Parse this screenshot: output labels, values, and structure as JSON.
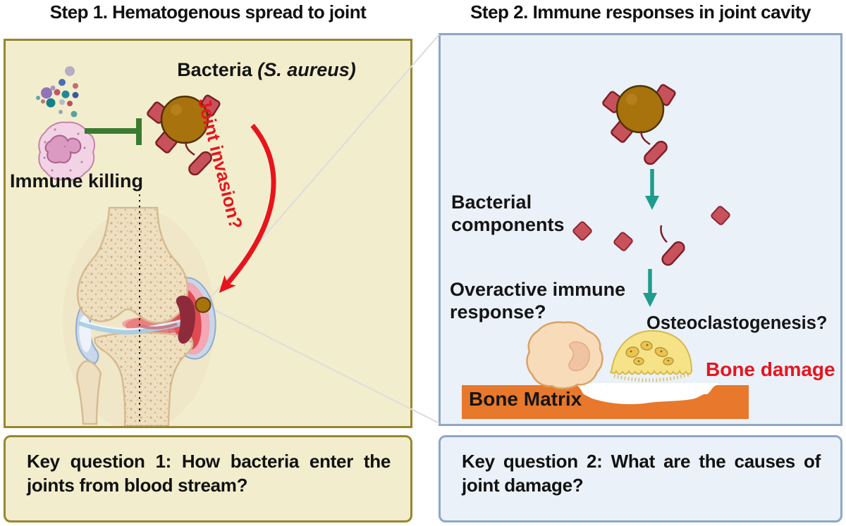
{
  "step1": {
    "title": "Step 1. Hematogenous spread to joint",
    "bacteria_label": "Bacteria ",
    "bacteria_species": "(S. aureus)",
    "immune_killing_label": "Immune killing",
    "joint_invasion_label": "Joint invasion?",
    "key_question": "Key question 1: How bacteria enter the joints from blood stream?"
  },
  "step2": {
    "title": "Step 2. Immune responses in joint cavity",
    "bacterial_components_label": "Bacterial components",
    "overactive_label": "Overactive immune response?",
    "osteoclastogenesis_label": "Osteoclastogenesis?",
    "bone_damage_label": "Bone damage",
    "bone_matrix_label": "Bone Matrix",
    "key_question": "Key question 2: What are the causes of joint damage?"
  },
  "colors": {
    "panel1_bg": "#f2eecd",
    "panel1_border": "#97862f",
    "panel2_bg": "#eaf1f9",
    "panel2_border": "#8fa6c6",
    "accent_red": "#e8141d",
    "inhibition_green": "#3b7b31",
    "arrow_teal": "#1f9c8d",
    "bone_orange": "#e8782b",
    "bacterium_brown": "#a8720d",
    "component_red": "#c8525c"
  }
}
